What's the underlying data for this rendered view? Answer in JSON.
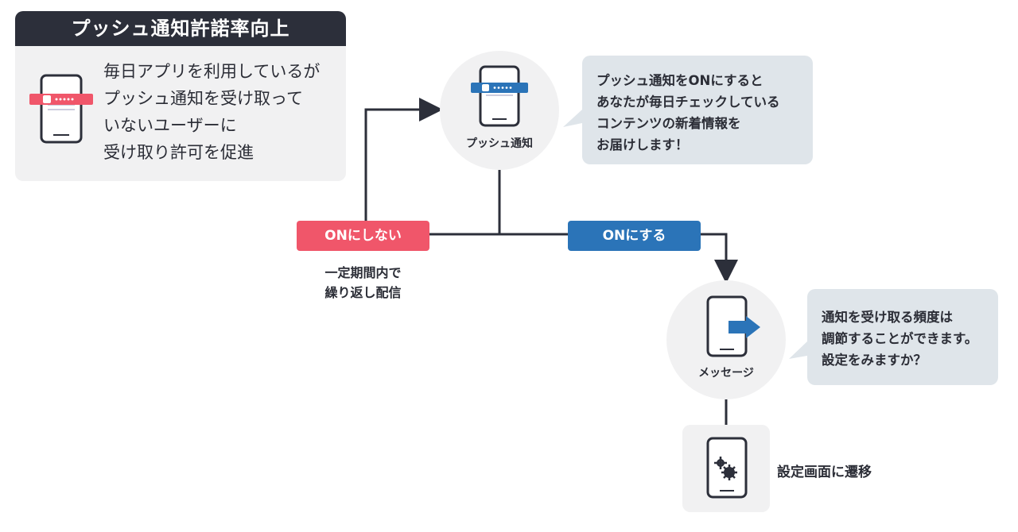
{
  "card": {
    "title": "プッシュ通知許諾率向上",
    "text": "毎日アプリを利用しているが\nプッシュ通知を受け取って\nいないユーザーに\n受け取り許可を促進"
  },
  "push_node": {
    "label": "プッシュ通知",
    "bubble": "プッシュ通知をONにすると\nあなたが毎日チェックしている\nコンテンツの新着情報を\nお届けします！"
  },
  "branches": {
    "off_label": "ONにしない",
    "off_note": "一定期間内で\n繰り返し配信",
    "on_label": "ONにする"
  },
  "message_node": {
    "label": "メッセージ",
    "bubble": "通知を受け取る頻度は\n調節することができます。\n設定をみますか？"
  },
  "settings_node": {
    "label": "設定画面に遷移"
  },
  "colors": {
    "dark": "#2c2f3a",
    "off_red": "#f0566a",
    "on_blue": "#2b74b8",
    "bubble": "#dfe5ea",
    "panel": "#f1f1f2"
  }
}
